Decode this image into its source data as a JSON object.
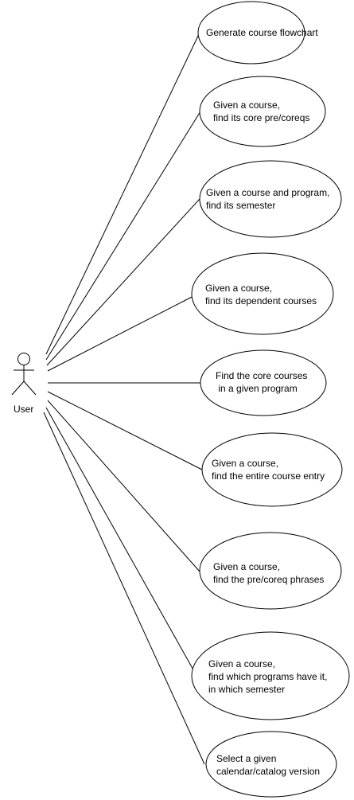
{
  "diagram": {
    "type": "use-case",
    "colors": {
      "background": "#ffffff",
      "stroke": "#000000",
      "text": "#000000"
    },
    "actor": {
      "label": "User"
    },
    "use_cases": [
      {
        "id": "uc1",
        "lines": [
          "Generate course flowchart"
        ]
      },
      {
        "id": "uc2",
        "lines": [
          "Given a course,",
          "find its core pre/coreqs"
        ]
      },
      {
        "id": "uc3",
        "lines": [
          "Given a course and program,",
          "find its semester"
        ]
      },
      {
        "id": "uc4",
        "lines": [
          "Given a course,",
          "find its dependent courses"
        ]
      },
      {
        "id": "uc5",
        "lines": [
          "Find the core courses",
          " in a given program"
        ]
      },
      {
        "id": "uc6",
        "lines": [
          "Given a course,",
          "find the entire course entry"
        ]
      },
      {
        "id": "uc7",
        "lines": [
          "Given a course,",
          "find the pre/coreq phrases"
        ]
      },
      {
        "id": "uc8",
        "lines": [
          "Given a course,",
          "find which programs have it,",
          "in which semester"
        ]
      },
      {
        "id": "uc9",
        "lines": [
          "Select a given",
          "calendar/catalog version"
        ]
      }
    ]
  }
}
